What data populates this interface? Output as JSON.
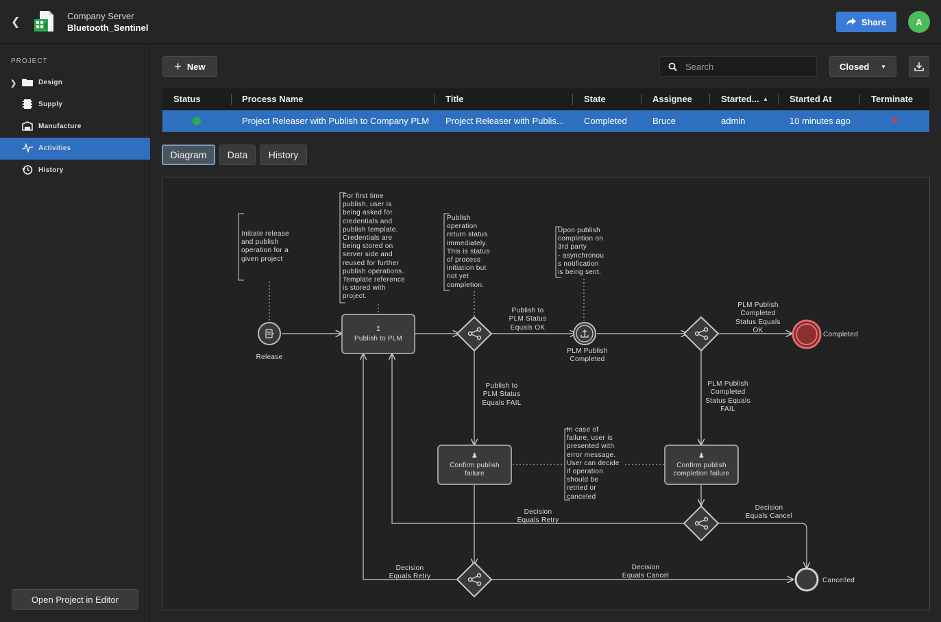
{
  "header": {
    "server_title": "Company Server",
    "server_name": "Bluetooth_Sentinel",
    "share_label": "Share",
    "avatar_initial": "A"
  },
  "sidebar": {
    "section_label": "PROJECT",
    "items": [
      {
        "label": "Design",
        "icon": "folder-icon"
      },
      {
        "label": "Supply",
        "icon": "supply-icon"
      },
      {
        "label": "Manufacture",
        "icon": "manufacture-icon"
      },
      {
        "label": "Activities",
        "icon": "activity-icon",
        "active": true
      },
      {
        "label": "History",
        "icon": "history-icon"
      }
    ],
    "open_editor_label": "Open Project in Editor"
  },
  "toolbar": {
    "new_label": "New",
    "search_placeholder": "Search",
    "filter_value": "Closed"
  },
  "table": {
    "headers": [
      "Status",
      "Process Name",
      "Title",
      "State",
      "Assignee",
      "Started...",
      "Started At",
      "Terminate"
    ],
    "rows": [
      {
        "status": "green",
        "process_name": "Project Releaser with Publish to Company PLM",
        "title": "Project Releaser with Publis...",
        "state": "Completed",
        "assignee": "Bruce",
        "started_by": "admin",
        "started_at": "10 minutes ago"
      }
    ]
  },
  "tabs": [
    "Diagram",
    "Data",
    "History"
  ],
  "diagram": {
    "notes": {
      "n1": [
        "Initiate release",
        "and publish",
        "operation for a",
        "given project"
      ],
      "n2": [
        "For first time",
        "publish, user is",
        "being asked for",
        "credentials and",
        "publish template.",
        "Credentials are",
        "being stored on",
        "server side and",
        "reused for further",
        "publish operations.",
        "Template reference",
        "is stored with",
        "project."
      ],
      "n3": [
        "Publish",
        "operation",
        "return status",
        "immediately.",
        "This is status",
        "of process",
        "initiation but",
        "not yet",
        "completion."
      ],
      "n4": [
        "Upon publish",
        "completion on",
        "3rd party",
        "- asynchronou",
        "s notification",
        "is being sent."
      ],
      "n5": [
        "In case of",
        "failure, user is",
        "presented with",
        "error message.",
        "User can decide",
        "if operation",
        "should be",
        "retried or",
        "canceled"
      ]
    },
    "labels": {
      "release": "Release",
      "publish_task": "Publish to PLM",
      "ok_flow": [
        "Publish to",
        "PLM Status",
        "Equals OK"
      ],
      "fail_flow": [
        "Publish to",
        "PLM Status",
        "Equals FAIL"
      ],
      "plm_completed": [
        "PLM Publish",
        "Completed"
      ],
      "status_ok": [
        "PLM Publish",
        "Completed",
        "Status Equals",
        "OK"
      ],
      "status_fail": [
        "PLM Publish",
        "Completed",
        "Status Equals",
        "FAIL"
      ],
      "completed": "Completed",
      "confirm_failure": [
        "Confirm publish",
        "failure"
      ],
      "confirm_completion_failure": [
        "Confirm publish",
        "completion failure"
      ],
      "decision_retry_1": [
        "Decision",
        "Equals Retry"
      ],
      "decision_cancel_1": [
        "Decision",
        "Equals Cancel"
      ],
      "decision_retry_2": [
        "Decision",
        "Equals Retry"
      ],
      "decision_cancel_2": [
        "Decision",
        "Equals Cancel"
      ],
      "cancelled": "Cancelled"
    }
  }
}
